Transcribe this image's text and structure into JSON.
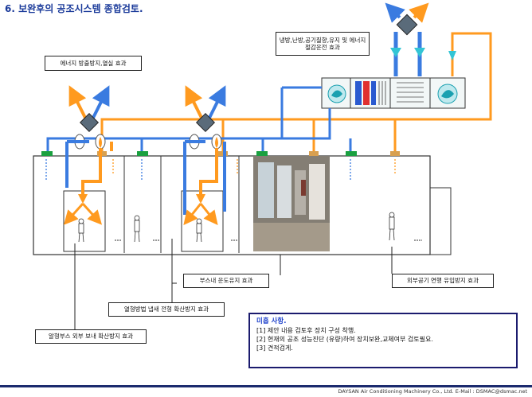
{
  "title": "6. 보완후의 공조시스템 종합검토.",
  "labels": {
    "energy_saving": "에너지 방출방지,열실 효과",
    "ahu_control": "냉방,난방,공기질향,유지 및 에너지 절감운전 효과",
    "booth_dust": "부스내 운도유지 효과",
    "spray_booth_diffuse": "열형방법 냅새 전형 확산방지 효과",
    "paint_booth_diffuse": "알형부스 외부 보내 확산방지 효과",
    "outside_inflow": "외부공기 연행 유입방지 효과"
  },
  "note": {
    "heading": "미흡 사항.",
    "items": [
      "[1] 제안 내용 검토후 장치 구성 착행.",
      "[2] 현재의 공조 성능진단 (유량)하여 장치보완,교체여부 검토필요.",
      "[3] 견적검게."
    ]
  },
  "footer": "DAYSAN Air Conditioning Machinery Co., Ltd. E-Mail : DSMAC@dsmac.net",
  "colors": {
    "supply_air": "#ff9a1f",
    "return_air": "#3a7be0",
    "cooling_coil": "#2a5ad0",
    "heating_coil": "#e03030",
    "duct_fitting": "#1aa040",
    "fan_unit": "#1aa0b0"
  },
  "icons": [
    "damper-diamond-icon",
    "fan-icon",
    "heating-coil-icon",
    "cooling-coil-icon",
    "worker-figure-icon",
    "flow-arrow-icon"
  ]
}
